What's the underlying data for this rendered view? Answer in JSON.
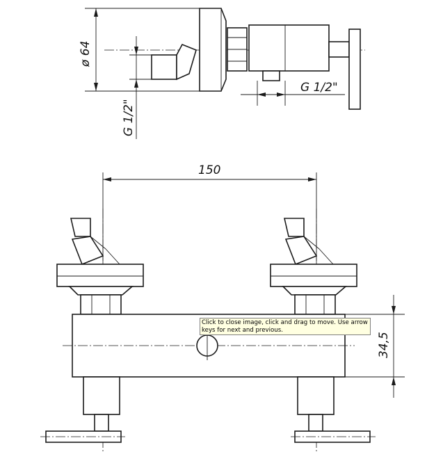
{
  "dimensions": {
    "diameter": "ø 64",
    "thread_inlet": "G 1/2\"",
    "thread_outlet": "G 1/2\"",
    "spacing": "150",
    "height": "34,5"
  },
  "tooltip": {
    "text": "Click to close image, click and drag to move. Use arrow keys for next and previous."
  }
}
